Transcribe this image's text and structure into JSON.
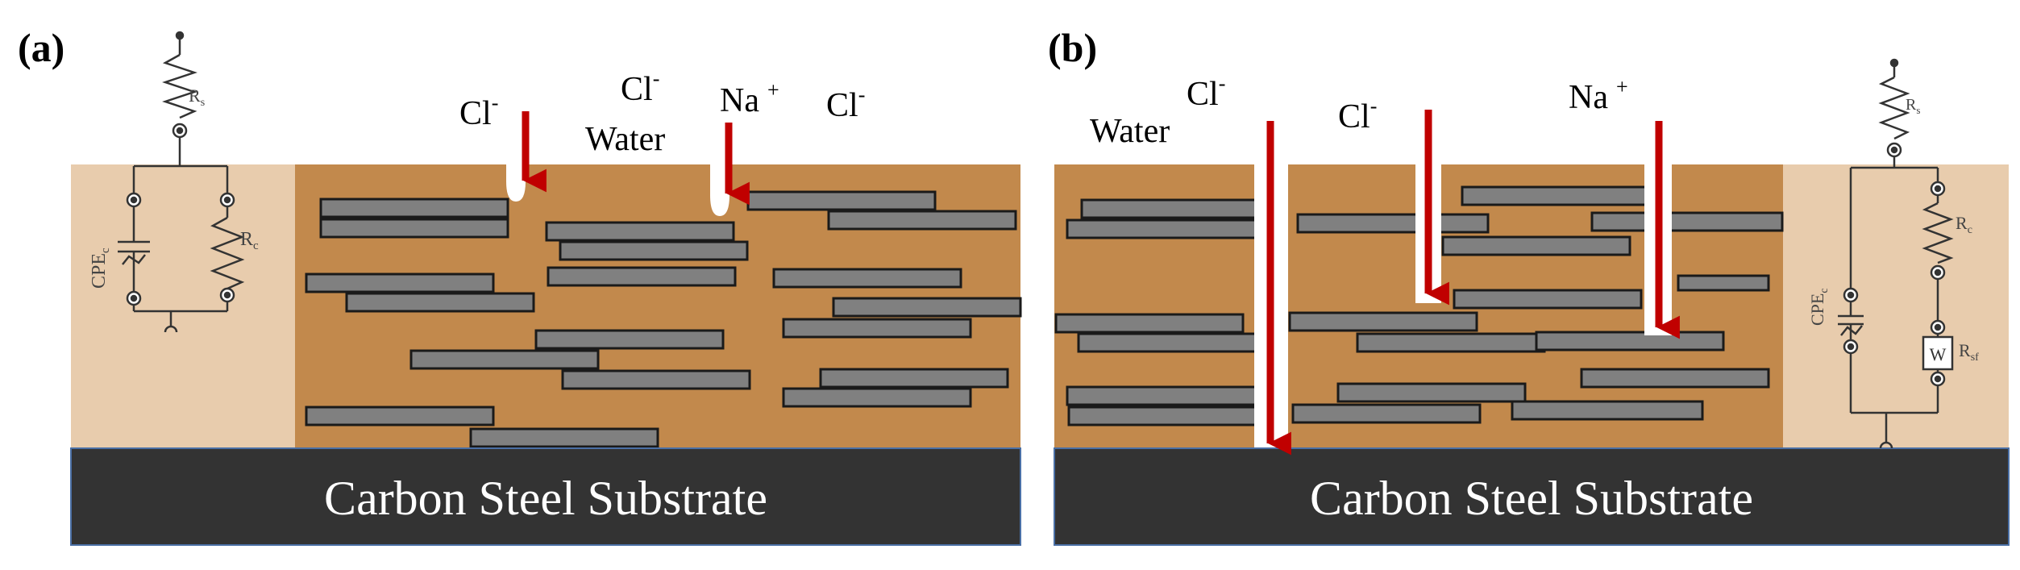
{
  "panels": {
    "a": {
      "label": "(a)",
      "substrate": "Carbon Steel Substrate",
      "ions": {
        "cl_left": "Cl",
        "cl_left_sup": "-",
        "cl_mid": "Cl",
        "cl_mid_sup": "-",
        "water": "Water",
        "na": "Na",
        "na_sup": "+",
        "cl_right": "Cl",
        "cl_right_sup": "-"
      },
      "circuit": {
        "rs": "R",
        "rs_sub": "s",
        "cpe": "CPE",
        "cpe_sub": "c",
        "rc": "R",
        "rc_sub": "c"
      }
    },
    "b": {
      "label": "(b)",
      "substrate": "Carbon Steel Substrate",
      "ions": {
        "water": "Water",
        "cl_top": "Cl",
        "cl_top_sup": "-",
        "cl_mid": "Cl",
        "cl_mid_sup": "-",
        "na": "Na",
        "na_sup": "+"
      },
      "circuit": {
        "rs": "R",
        "rs_sub": "s",
        "cpe": "CPE",
        "cpe_sub": "c",
        "rc": "R",
        "rc_sub": "c",
        "w": "W",
        "rsf": "R",
        "rsf_sub": "sf"
      }
    }
  },
  "colors": {
    "coating": "#c2894c",
    "circuit_bg": "#e8ccad",
    "substrate": "#333333",
    "flake": "#808080",
    "arrow": "#c00000"
  }
}
